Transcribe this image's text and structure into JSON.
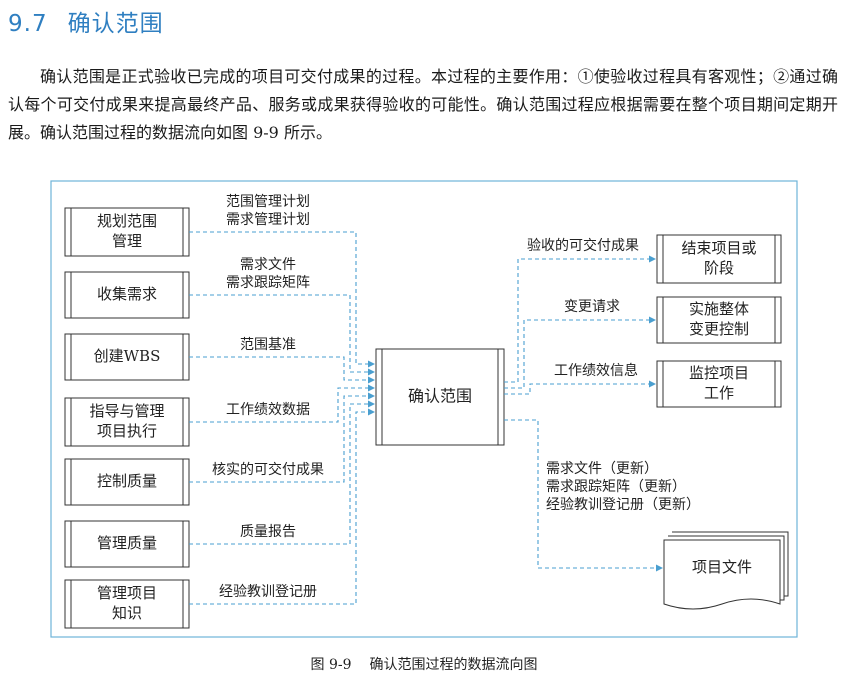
{
  "section": {
    "number": "9.7",
    "title": "确认范围"
  },
  "paragraph": "确认范围是正式验收已完成的项目可交付成果的过程。本过程的主要作用：①使验收过程具有客观性；②通过确认每个可交付成果来提高最终产品、服务或成果获得验收的可能性。确认范围过程应根据需要在整个项目期间定期开展。确认范围过程的数据流向如图 9-9 所示。",
  "diagram": {
    "center": "确认范围",
    "inputs": [
      {
        "box": [
          "规划范围",
          "管理"
        ],
        "label": [
          "范围管理计划",
          "需求管理计划"
        ]
      },
      {
        "box": [
          "收集需求"
        ],
        "label": [
          "需求文件",
          "需求跟踪矩阵"
        ]
      },
      {
        "box": [
          "创建WBS"
        ],
        "label": [
          "范围基准"
        ]
      },
      {
        "box": [
          "指导与管理",
          "项目执行"
        ],
        "label": [
          "工作绩效数据"
        ]
      },
      {
        "box": [
          "控制质量"
        ],
        "label": [
          "核实的可交付成果"
        ]
      },
      {
        "box": [
          "管理质量"
        ],
        "label": [
          "质量报告"
        ]
      },
      {
        "box": [
          "管理项目",
          "知识"
        ],
        "label": [
          "经验教训登记册"
        ]
      }
    ],
    "outputs": [
      {
        "box": [
          "结束项目或",
          "阶段"
        ],
        "label": [
          "验收的可交付成果"
        ]
      },
      {
        "box": [
          "实施整体",
          "变更控制"
        ],
        "label": [
          "变更请求"
        ]
      },
      {
        "box": [
          "监控项目",
          "工作"
        ],
        "label": [
          "工作绩效信息"
        ]
      }
    ],
    "document": {
      "box": "项目文件",
      "label": [
        "需求文件（更新）",
        "需求跟踪矩阵（更新）",
        "经验教训登记册（更新）"
      ]
    },
    "colors": {
      "frame": "#6fb3d8",
      "arrow": "#4a9fd0",
      "box_border": "#333333"
    }
  },
  "caption": {
    "figure": "图 9-9",
    "title": "确认范围过程的数据流向图"
  }
}
